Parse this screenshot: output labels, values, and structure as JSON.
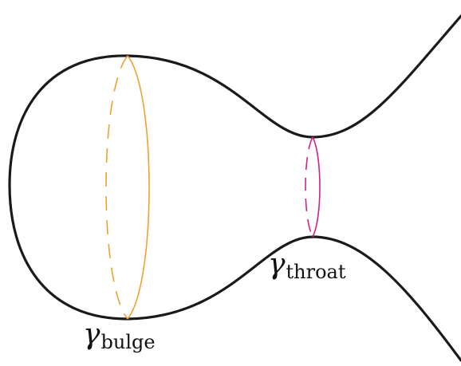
{
  "labels": {
    "bulge": {
      "symbol": "γ",
      "subscript": "bulge"
    },
    "throat": {
      "symbol": "γ",
      "subscript": "throat"
    }
  },
  "colors": {
    "surface": "#1a1a1a",
    "bulge_curve": "#f0a030",
    "throat_curve": "#d0228a"
  }
}
